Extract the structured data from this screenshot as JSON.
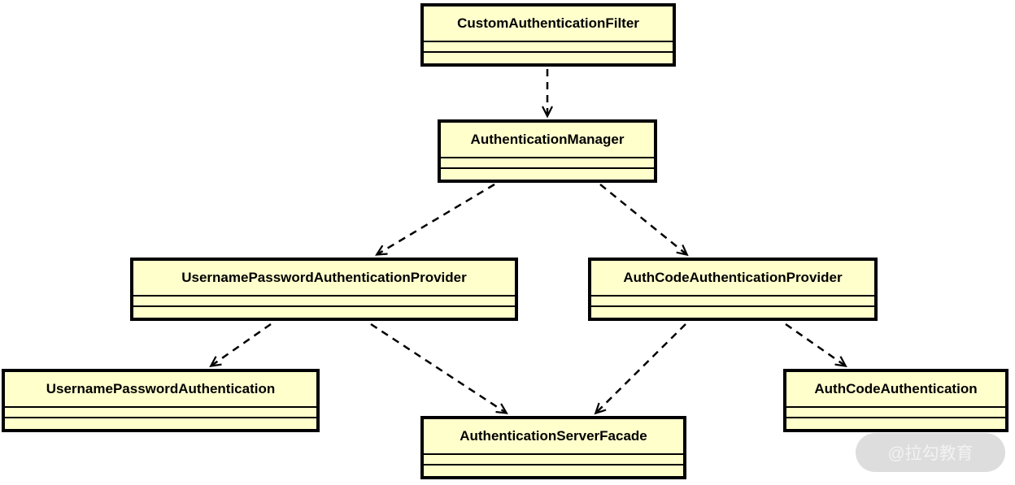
{
  "diagram": {
    "kind": "uml-class-diagram",
    "colors": {
      "box_fill": "#ffffcc",
      "box_border": "#000000",
      "edge": "#000000",
      "background": "#ffffff",
      "watermark_pill": "#d8d8d8",
      "watermark_text": "#f0f0f0"
    },
    "classes": [
      {
        "name": "CustomAuthenticationFilter"
      },
      {
        "name": "AuthenticationManager"
      },
      {
        "name": "UsernamePasswordAuthenticationProvider"
      },
      {
        "name": "AuthCodeAuthenticationProvider"
      },
      {
        "name": "UsernamePasswordAuthentication"
      },
      {
        "name": "AuthenticationServerFacade"
      },
      {
        "name": "AuthCodeAuthentication"
      }
    ],
    "edges": [
      {
        "from": "CustomAuthenticationFilter",
        "to": "AuthenticationManager",
        "style": "dashed",
        "arrowhead": "open"
      },
      {
        "from": "AuthenticationManager",
        "to": "UsernamePasswordAuthenticationProvider",
        "style": "dashed",
        "arrowhead": "open"
      },
      {
        "from": "AuthenticationManager",
        "to": "AuthCodeAuthenticationProvider",
        "style": "dashed",
        "arrowhead": "open"
      },
      {
        "from": "UsernamePasswordAuthenticationProvider",
        "to": "UsernamePasswordAuthentication",
        "style": "dashed",
        "arrowhead": "open"
      },
      {
        "from": "UsernamePasswordAuthenticationProvider",
        "to": "AuthenticationServerFacade",
        "style": "dashed",
        "arrowhead": "open"
      },
      {
        "from": "AuthCodeAuthenticationProvider",
        "to": "AuthenticationServerFacade",
        "style": "dashed",
        "arrowhead": "open"
      },
      {
        "from": "AuthCodeAuthenticationProvider",
        "to": "AuthCodeAuthentication",
        "style": "dashed",
        "arrowhead": "open"
      }
    ],
    "watermark": {
      "text": "@拉勾教育"
    }
  }
}
